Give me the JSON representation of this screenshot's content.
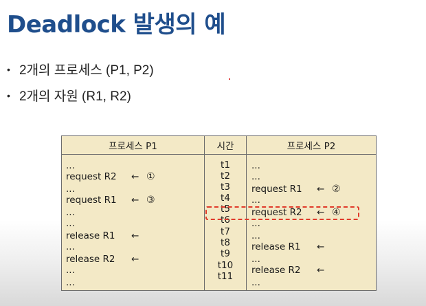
{
  "title": "Deadlock 발생의 예",
  "bullets": [
    "2개의 프로세스 (P1, P2)",
    "2개의 자원 (R1, R2)"
  ],
  "table": {
    "headers": [
      "프로세스 P1",
      "시간",
      "프로세스 P2"
    ],
    "p1": [
      {
        "op": "...",
        "arrow": "",
        "num": ""
      },
      {
        "op": "request R2",
        "arrow": "←",
        "num": "①"
      },
      {
        "op": "...",
        "arrow": "",
        "num": ""
      },
      {
        "op": "request R1",
        "arrow": "←",
        "num": "③"
      },
      {
        "op": "...",
        "arrow": "",
        "num": ""
      },
      {
        "op": "...",
        "arrow": "",
        "num": ""
      },
      {
        "op": "release R1",
        "arrow": "←",
        "num": ""
      },
      {
        "op": "...",
        "arrow": "",
        "num": ""
      },
      {
        "op": "release R2",
        "arrow": "←",
        "num": ""
      },
      {
        "op": "...",
        "arrow": "",
        "num": ""
      },
      {
        "op": "...",
        "arrow": "",
        "num": ""
      }
    ],
    "times": [
      "t1",
      "t2",
      "t3",
      "t4",
      "t5",
      "t6",
      "t7",
      "t8",
      "t9",
      "t10",
      "t11"
    ],
    "p2": [
      {
        "op": "...",
        "arrow": "",
        "num": ""
      },
      {
        "op": "...",
        "arrow": "",
        "num": ""
      },
      {
        "op": "request R1",
        "arrow": "←",
        "num": "②"
      },
      {
        "op": "...",
        "arrow": "",
        "num": ""
      },
      {
        "op": "request R2",
        "arrow": "←",
        "num": "④"
      },
      {
        "op": "...",
        "arrow": "",
        "num": ""
      },
      {
        "op": "...",
        "arrow": "",
        "num": ""
      },
      {
        "op": "release R1",
        "arrow": "←",
        "num": ""
      },
      {
        "op": "...",
        "arrow": "",
        "num": ""
      },
      {
        "op": "release R2",
        "arrow": "←",
        "num": ""
      },
      {
        "op": "...",
        "arrow": "",
        "num": ""
      }
    ]
  },
  "colors": {
    "title": "#1f4e8c",
    "table_bg": "#f3e9c6",
    "highlight": "#e03a2a"
  }
}
